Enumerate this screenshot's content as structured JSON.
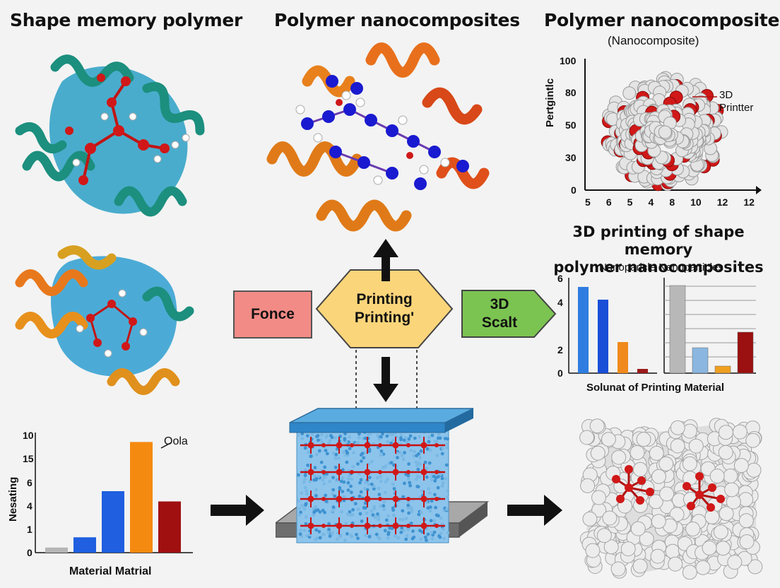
{
  "titles": {
    "left": "Shape memory polymer",
    "center": "Polymer nanocomposites",
    "right": "Polymer nanocomposites",
    "right_sub": "(Nanocomposite)",
    "mid_right_1": "3D printing of shape memory",
    "mid_right_2": "polymer nanocomposites",
    "mid_right_sub": "Nanoparicle Nanoparticles"
  },
  "flow": {
    "force_label": "Fonce",
    "printing_line1": "Printing",
    "printing_line2": "Printing'",
    "scalt_line1": "3D",
    "scalt_line2": "Scalt"
  },
  "colors": {
    "force_fill": "#f28b86",
    "printing_fill": "#fbd57a",
    "scalt_fill": "#7cc452",
    "bed_blue": "#4a9ed8",
    "bond_red": "#d01818"
  },
  "chart_data": [
    {
      "type": "scatter",
      "ylabel": "Pertgintlc",
      "y_ticks": [
        "100",
        "80",
        "50",
        "30",
        "0"
      ],
      "x_ticks": [
        "5",
        "6",
        "5",
        "4",
        "8",
        "10",
        "12",
        "12"
      ],
      "annotation_1": "3D",
      "annotation_2": "Printter"
    },
    {
      "type": "bar",
      "y_ticks": [
        "6",
        "4",
        "2",
        "0"
      ],
      "xlabel": "Solunat of Printing Material",
      "series": [
        {
          "values": [
            6.1,
            5.2,
            2.2,
            0.3
          ],
          "colors": [
            "#2f7de0",
            "#1a4fd8",
            "#f08a1c",
            "#9b1a1a"
          ]
        },
        {
          "values": [
            6.2,
            1.8,
            0.5,
            2.9
          ],
          "colors": [
            "#b8b8b8",
            "#8ab6e0",
            "#f0a020",
            "#9b1010"
          ]
        }
      ]
    },
    {
      "type": "bar",
      "ylabel": "Nesating",
      "y_ticks": [
        "10",
        "15",
        "6",
        "4",
        "1",
        "0"
      ],
      "xlabel": "Material Matrial",
      "annotation": "Oola",
      "values": [
        0.5,
        1.5,
        6.0,
        10.8,
        5.0
      ],
      "colors": [
        "#b5b5b5",
        "#1f5fe0",
        "#1f5fe0",
        "#f58a10",
        "#a01010"
      ]
    }
  ]
}
